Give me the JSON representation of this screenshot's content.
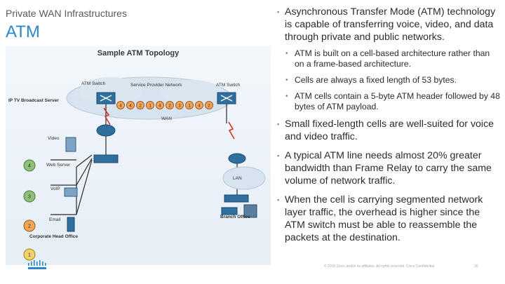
{
  "header": {
    "section": "Private WAN Infrastructures",
    "title": "ATM"
  },
  "figure": {
    "title": "Sample ATM Topology",
    "labels": {
      "iptv": "IP TV Broadcast Server",
      "atm_switch_left": "ATM Switch",
      "service_provider": "Service Provider Network",
      "atm_switch_right": "ATM Switch",
      "wan": "WAN",
      "video": "Video",
      "web_server": "Web Server",
      "voip": "VoIP",
      "email": "Email",
      "lan": "LAN",
      "head_office": "Corporate Head Office",
      "branch_office": "Branch Office"
    },
    "cells": [
      "4",
      "4",
      "2",
      "1",
      "4",
      "2",
      "3",
      "1",
      "4",
      "2"
    ]
  },
  "bullets": [
    {
      "text": "Asynchronous Transfer Mode (ATM) technology is capable of transferring voice, video, and data through private and public networks.",
      "sub": [
        "ATM is built on a cell-based architecture rather than on a frame-based architecture.",
        "Cells are always a fixed length of 53 bytes.",
        "ATM cells contain a 5-byte ATM header followed by 48 bytes of ATM payload."
      ]
    },
    {
      "text": "Small fixed-length cells are well-suited for voice and video traffic."
    },
    {
      "text": "A typical ATM line needs almost 20% greater bandwidth than Frame Relay to carry the same volume of network traffic."
    },
    {
      "text": "When the cell is carrying segmented network layer traffic, the overhead is higher since the ATM switch must be able to reassemble the packets at the destination."
    }
  ],
  "footer": {
    "copyright": "© 2016  Cisco and/or its affiliates. All rights reserved.   Cisco Confidential",
    "page": "26"
  },
  "colors": {
    "title": "#2b88c8",
    "cloud": "#d7e3ee",
    "device_blue": "#2f6f9e",
    "cell_orange": "#f5a65b",
    "wan_red": "#d93025"
  }
}
